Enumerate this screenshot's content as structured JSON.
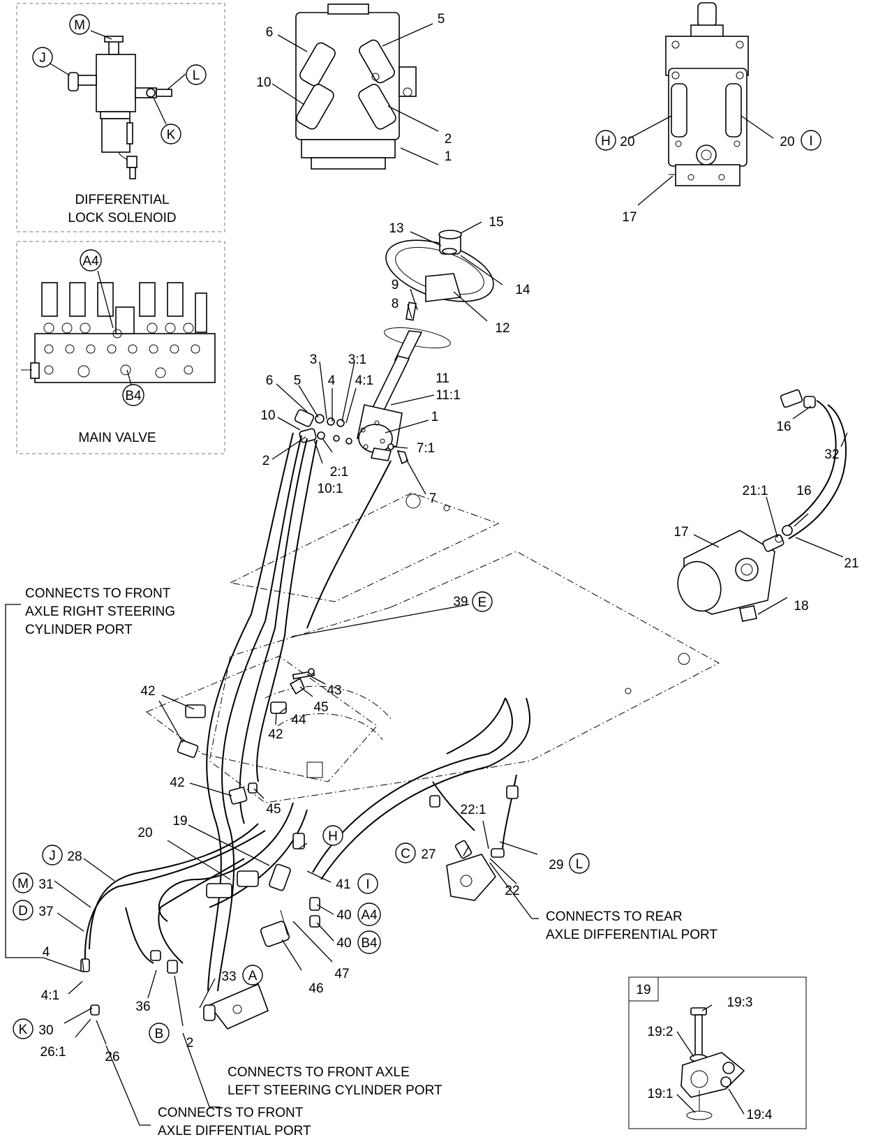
{
  "insets": {
    "differential_lock": {
      "caption_line1": "DIFFERENTIAL",
      "caption_line2": "LOCK SOLENOID",
      "tags": [
        "M",
        "J",
        "L",
        "K"
      ]
    },
    "main_valve": {
      "caption": "MAIN VALVE",
      "tags": [
        "A4",
        "B4"
      ]
    },
    "detail_19": {
      "title": "19",
      "callouts": [
        "19:3",
        "19:2",
        "19:1",
        "19:4"
      ]
    }
  },
  "steering_valve_views": {
    "top": [
      "6",
      "5",
      "10",
      "2",
      "1"
    ],
    "side": [
      "20",
      "20",
      "17"
    ],
    "side_tags": [
      "H",
      "I"
    ]
  },
  "callouts": {
    "n13": "13",
    "n15": "15",
    "n14": "14",
    "n9": "9",
    "n8": "8",
    "n12": "12",
    "n3": "3",
    "n3_1": "3:1",
    "n6": "6",
    "n5": "5",
    "n4": "4",
    "n4_1": "4:1",
    "n11": "11",
    "n11_1": "11:1",
    "n10": "10",
    "n1": "1",
    "n7_1": "7:1",
    "n2": "2",
    "n2_1": "2:1",
    "n10_1": "10:1",
    "n7": "7",
    "n16a": "16",
    "n32": "32",
    "n21_1": "21:1",
    "n16b": "16",
    "n17": "17",
    "n21": "21",
    "n18": "18",
    "n39": "39",
    "n42a": "42",
    "n43": "43",
    "n45a": "45",
    "n44": "44",
    "n42b": "42",
    "n42c": "42",
    "n45b": "45",
    "n19": "19",
    "n20": "20",
    "n28": "28",
    "n31": "31",
    "n37": "37",
    "n4b": "4",
    "n4_1b": "4:1",
    "n30": "30",
    "n26_1": "26:1",
    "n26": "26",
    "n36": "36",
    "n2b": "2",
    "n33": "33",
    "n46": "46",
    "n47": "47",
    "n41": "41",
    "n40a": "40",
    "n40b": "40",
    "n27": "27",
    "n22_1": "22:1",
    "n29": "29",
    "n22": "22"
  },
  "tags": {
    "E": "E",
    "H": "H",
    "J": "J",
    "M": "M",
    "D": "D",
    "K": "K",
    "B": "B",
    "A": "A",
    "I": "I",
    "A4": "A4",
    "B4": "B4",
    "C": "C",
    "L": "L"
  },
  "notes": {
    "front_right_1": "CONNECTS TO FRONT",
    "front_right_2": "AXLE RIGHT STEERING",
    "front_right_3": "CYLINDER PORT",
    "rear_diff_1": "CONNECTS TO REAR",
    "rear_diff_2": "AXLE DIFFERENTIAL PORT",
    "front_left_1": "CONNECTS TO FRONT AXLE",
    "front_left_2": "LEFT STEERING CYLINDER PORT",
    "front_diff_1": "CONNECTS TO FRONT",
    "front_diff_2": "AXLE DIFFENTIAL PORT"
  }
}
